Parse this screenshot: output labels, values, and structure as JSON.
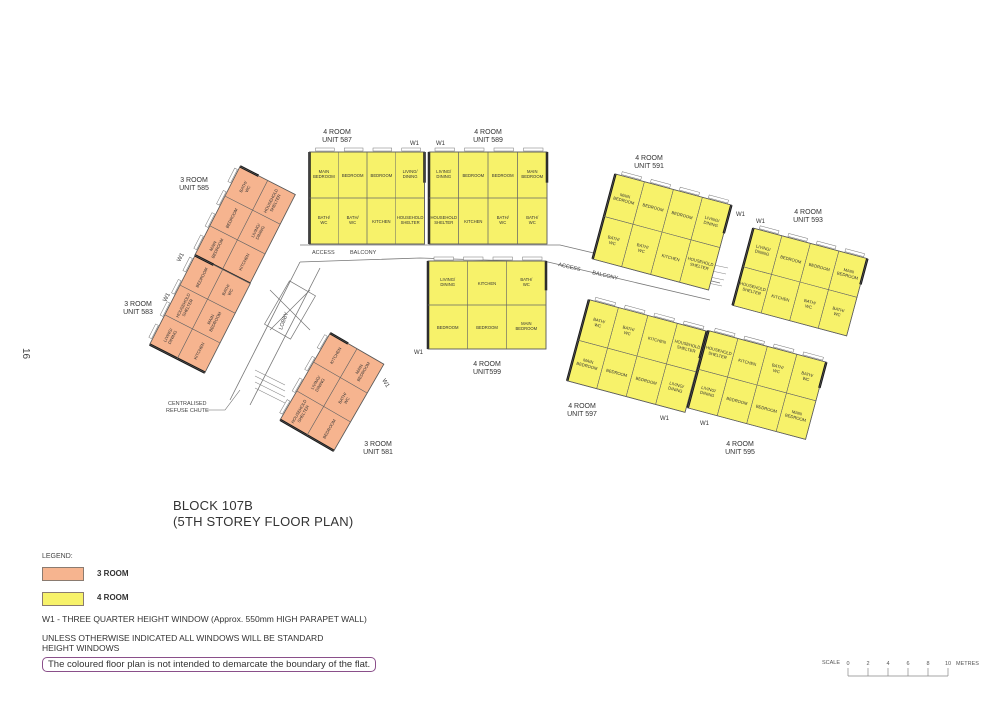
{
  "page_number": "16",
  "title": {
    "block": "BLOCK 107B",
    "storey": "(5TH  STOREY FLOOR PLAN)"
  },
  "colors": {
    "three_room": "#f6b48f",
    "four_room": "#f7f26a",
    "wall": "#1a1a1a",
    "disclaimer_border": "#8a4f8a"
  },
  "legend": {
    "heading": "LEGEND:",
    "items": [
      {
        "label": "3  ROOM",
        "color": "#f6b48f"
      },
      {
        "label": "4 ROOM",
        "color": "#f7f26a"
      }
    ],
    "w1_note": "W1 - THREE QUARTER HEIGHT WINDOW (Approx. 550mm HIGH PARAPET WALL)",
    "windows_note_1": "UNLESS OTHERWISE INDICATED ALL WINDOWS WILL BE STANDARD",
    "windows_note_2": "HEIGHT WINDOWS",
    "disclaimer": "The coloured floor plan is not intended to demarcate the boundary of the flat."
  },
  "scale": {
    "label": "SCALE",
    "ticks": [
      "0",
      "2",
      "4",
      "6",
      "8",
      "10"
    ],
    "unit": "METRES"
  },
  "annotations": {
    "access": "ACCESS",
    "balcony": "BALCONY",
    "lobby": "LOBBY",
    "refuse_1": "CENTRALISED",
    "refuse_2": "REFUSE CHUTE",
    "w1": "W1"
  },
  "units": [
    {
      "type": "4 ROOM",
      "unit": "UNIT 587",
      "kind": "four",
      "rooms": [
        "MAIN BEDROOM",
        "BEDROOM",
        "BEDROOM",
        "LIVING/ DINING",
        "BATH/ WC",
        "BATH/ WC",
        "KITCHEN",
        "HOUSEHOLD SHELTER"
      ]
    },
    {
      "type": "4 ROOM",
      "unit": "UNIT 589",
      "kind": "four",
      "rooms": [
        "LIVING/ DINING",
        "BEDROOM",
        "BEDROOM",
        "MAIN BEDROOM",
        "HOUSEHOLD SHELTER",
        "KITCHEN",
        "BATH/ WC",
        "BATH/ WC"
      ]
    },
    {
      "type": "4 ROOM",
      "unit": "UNIT599",
      "kind": "four",
      "rooms": [
        "LIVING/ DINING",
        "KITCHEN",
        "BATH/ WC",
        "BEDROOM",
        "BEDROOM",
        "MAIN BEDROOM"
      ]
    },
    {
      "type": "4 ROOM",
      "unit": "UNIT 591",
      "kind": "four",
      "rooms": [
        "MAIN BEDROOM",
        "BEDROOM",
        "BEDROOM",
        "LIVING/ DINING",
        "BATH/ WC",
        "BATH/ WC",
        "KITCHEN",
        "HOUSEHOLD SHELTER"
      ]
    },
    {
      "type": "4 ROOM",
      "unit": "UNIT 593",
      "kind": "four",
      "rooms": [
        "LIVING/ DINING",
        "BEDROOM",
        "BEDROOM",
        "MAIN BEDROOM",
        "HOUSEHOLD SHELTER",
        "KITCHEN",
        "BATH/ WC",
        "BATH/ WC"
      ]
    },
    {
      "type": "4 ROOM",
      "unit": "UNIT 597",
      "kind": "four",
      "rooms": [
        "BATH/ WC",
        "BATH/ WC",
        "KITCHEN",
        "HOUSEHOLD SHELTER",
        "MAIN BEDROOM",
        "BEDROOM",
        "BEDROOM",
        "LIVING/ DINING"
      ]
    },
    {
      "type": "4 ROOM",
      "unit": "UNIT 595",
      "kind": "four",
      "rooms": [
        "HOUSEHOLD SHELTER",
        "KITCHEN",
        "BATH/ WC",
        "BATH/ WC",
        "LIVING/ DINING",
        "BEDROOM",
        "BEDROOM",
        "MAIN BEDROOM"
      ]
    },
    {
      "type": "3 ROOM",
      "unit": "UNIT 585",
      "kind": "three",
      "rooms": [
        "MAIN BEDROOM",
        "BEDROOM",
        "BATH/ WC",
        "KITCHEN",
        "LIVING/ DINING",
        "HOUSEHOLD SHELTER"
      ]
    },
    {
      "type": "3 ROOM",
      "unit": "UNIT 583",
      "kind": "three",
      "rooms": [
        "LIVING/ DINING",
        "HOUSEHOLD SHELTER",
        "BEDROOM",
        "KITCHEN",
        "MAIN BEDROOM",
        "BATH/ WC"
      ]
    },
    {
      "type": "3 ROOM",
      "unit": "UNIT 581",
      "kind": "three",
      "rooms": [
        "HOUSEHOLD SHELTER",
        "LIVING/ DINING",
        "KITCHEN",
        "BEDROOM",
        "BATH/ WC",
        "MAIN BEDROOM"
      ]
    }
  ]
}
